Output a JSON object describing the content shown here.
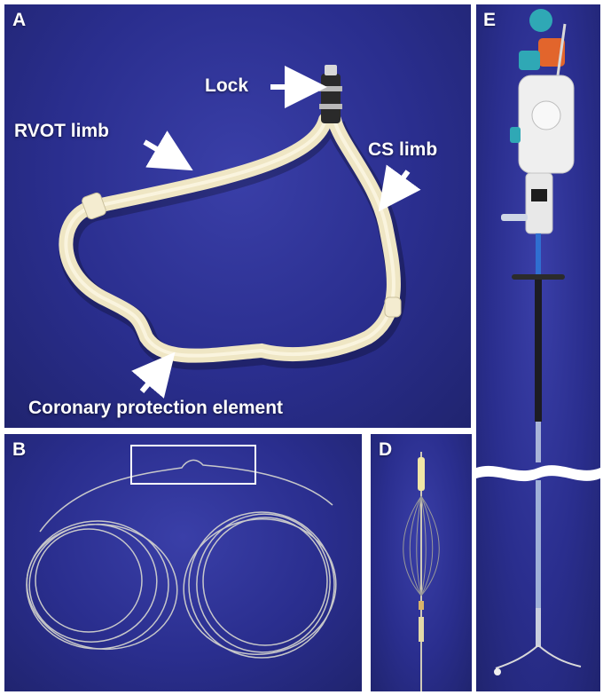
{
  "figure": {
    "panels": [
      {
        "label": "A"
      },
      {
        "label": "B"
      },
      {
        "label": "D"
      },
      {
        "label": "E"
      }
    ],
    "annotations": {
      "lock": "Lock",
      "rvot_limb": "RVOT limb",
      "cs_limb": "CS limb",
      "coronary_protection": "Coronary protection element"
    },
    "colors": {
      "background": "#2a2e8e",
      "device": "#efe6c4",
      "wire": "#d8d8d0",
      "label": "#ffffff"
    },
    "icons": [
      "arrow-icon"
    ]
  }
}
